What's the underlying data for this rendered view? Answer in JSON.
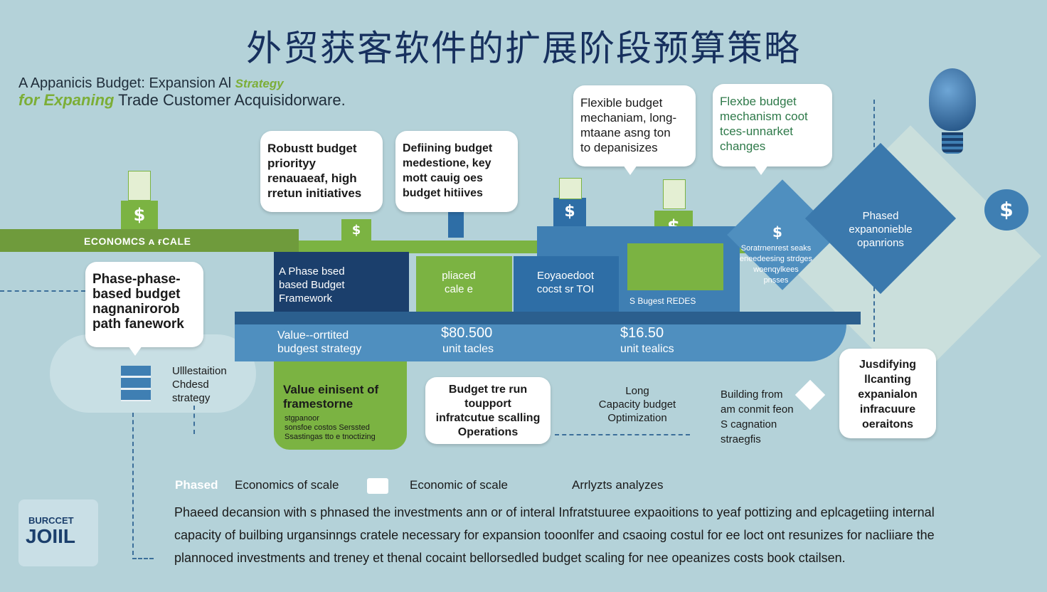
{
  "title": "外贸获客软件的扩展阶段预算策略",
  "subtitle": {
    "line1_a": "A Appanicis Budget: Expansion Al",
    "line1_b": "Strategy",
    "line2_a": "for Expaning",
    "line2_b": "Trade Customer Acquisidorware."
  },
  "callouts": {
    "robust": "Robustt budget\npriorityy\nrenauaeaf, high\nrretun initiatives",
    "defining": "Defiining budget\nmedestione, key\nmott   cauig  oes\nbudget hitiives",
    "flexible": "Flexible budget\nmechaniam, long-\nmtaane asng ton\nto depanisizes",
    "flexbe": "Flexbe budget\nmechanism coot\ntces-unnarket\nchanges",
    "phase": "Phase-phase-\nbased budget\nnagnanirorob\npath fanework",
    "budget_tre": "Budget tre run\ntoupport\ninfratcutue scalling\nOperations",
    "justifying": "Jusdifying\nllcanting\nexpanialon\ninfracuure\noeraitons"
  },
  "diagram": {
    "economies_label": "ECONOMCS ᴀ ғCALE",
    "phase_based": "A Phase bsed\nbased Budget\nFramework",
    "phased_scale": "pliaced\ncale e",
    "cost_roi": "Eoyaoedoot\ncocst  sr  TOI",
    "s_budget": "S  Bugest  REDES",
    "value_oriented": "Value--orrtited\nbudgest  strategy",
    "price1": "$80.500",
    "price1_label": "unit tacles",
    "price2": "$16.50",
    "price2_label": "unit tealics",
    "value_eminent": "Value einisent of\nframestorne",
    "value_small": "stgpanoor\nsonsfoe costos Serssted\nSsastingas tto e tnoctizing",
    "diamond1": "Soratrnenrest seaks\neneedeesing strdges\nwoenqylkees\npnsses",
    "diamond2": "Phased\nexpanonieble\nopanrions",
    "ulitestation": "Ulllestaition\nChdesd\nstrategy",
    "long_capacity": "Long\nCapacity budget\nOptimization",
    "building": "Building from\nam conmit feon\nS cagnation\nstraegfis"
  },
  "legend": {
    "phased": "Phased",
    "eco1": "Economics of scale",
    "eco2": "Economic of scale",
    "analyzes": "Arrlyzts analyzes"
  },
  "footer": {
    "line1": "Phaeed decansion with s phnased the investments ann or of interal Infratstuuree expaoitions to yeaf pottizing and eplcagetiing internal",
    "line2": "capacity of builbing urgansinngs cratele necessary for expansion tooonlfer and csaoing costul for ee loct ont resunizes for nacliiare the",
    "line3": "plannoced investments and treney et thenal cocaint bellorsedled budget scaling for nee opeanizes costs book ctailsen."
  },
  "logo": {
    "top": "BURCCET",
    "main": "JOIIL"
  },
  "colors": {
    "navy": "#1b3f6c",
    "blue": "#3f7fb3",
    "green": "#7bb342",
    "bg": "#b4d2d9"
  }
}
